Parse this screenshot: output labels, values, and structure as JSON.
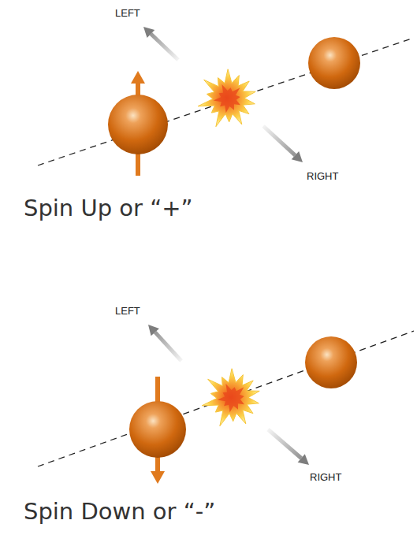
{
  "diagram": {
    "labels": [
      "LEFT",
      "RIGHT",
      "Spin Up or “+”",
      "LEFT",
      "RIGHT",
      "Spin Down or “-”"
    ]
  }
}
